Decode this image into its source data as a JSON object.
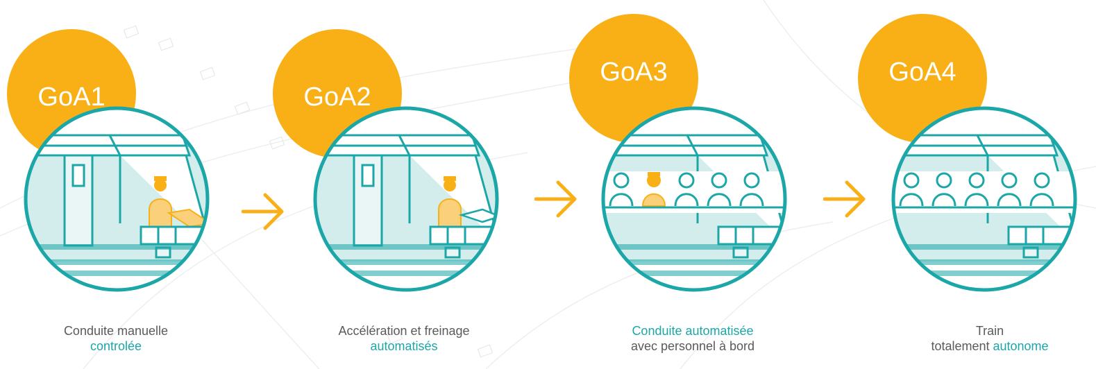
{
  "colors": {
    "badge": "#F9B017",
    "teal": "#1BA6A8",
    "teal_light": "#D3ECEC",
    "person": "#F9B017",
    "text": "#5a5a5a"
  },
  "stages": [
    {
      "badge": "GoA1",
      "caption_line1": "Conduite manuelle",
      "caption_line2_hl": "controlée",
      "caption_line2_rest": ""
    },
    {
      "badge": "GoA2",
      "caption_line1": "Accélération et freinage",
      "caption_line2_hl": "automatisés",
      "caption_line2_rest": ""
    },
    {
      "badge": "GoA3",
      "caption_line1_hl": "Conduite automatisée",
      "caption_line2": "avec personnel à bord"
    },
    {
      "badge": "GoA4",
      "caption_line1": "Train",
      "caption_line2_pre": "totalement ",
      "caption_line2_hl": "autonome"
    }
  ],
  "arrows": [
    "arrow-right-icon",
    "arrow-right-icon",
    "arrow-right-icon"
  ]
}
